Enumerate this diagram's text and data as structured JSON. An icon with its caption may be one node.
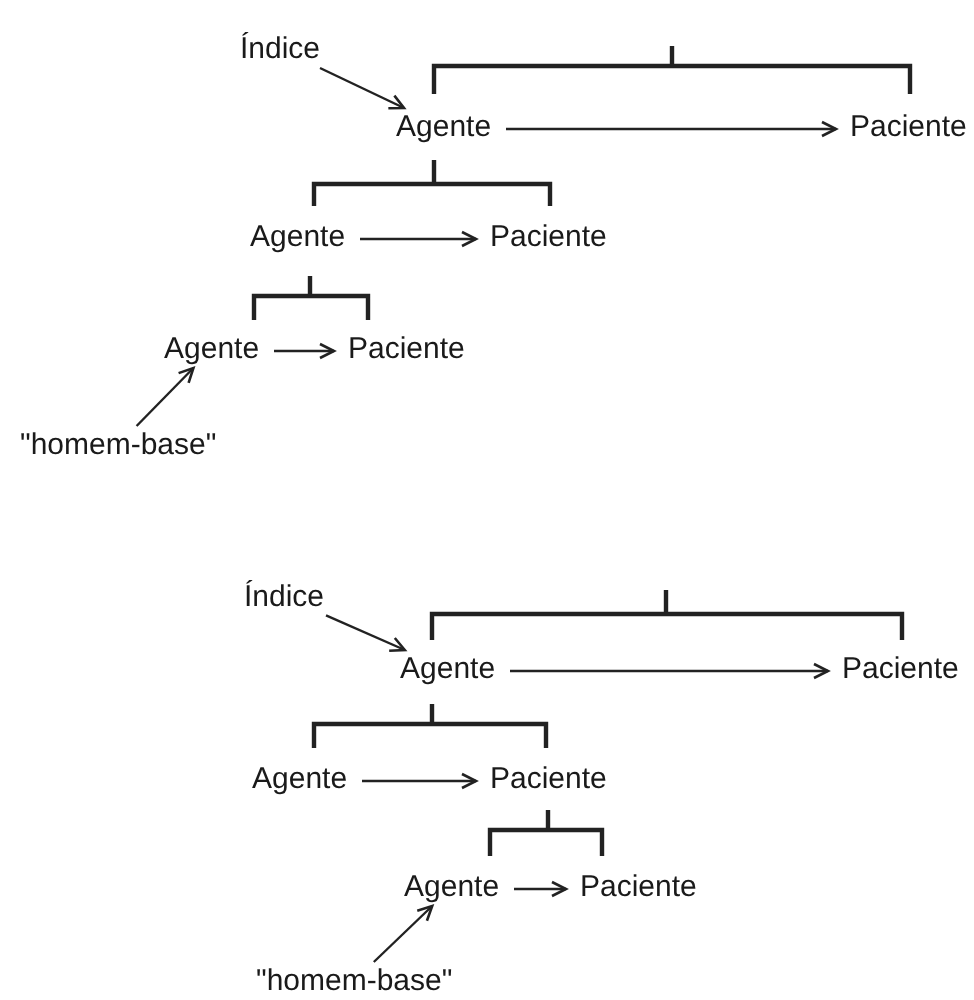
{
  "diagram": {
    "nodes": [
      {
        "text": [
          "Índice"
        ]
      },
      {
        "text": [
          "Agente"
        ]
      },
      {
        "text": [
          "Paciente"
        ]
      },
      {
        "text": [
          "Agente"
        ]
      },
      {
        "text": [
          "Paciente"
        ]
      },
      {
        "text": [
          "Agente"
        ]
      },
      {
        "text": [
          "Paciente"
        ]
      },
      {
        "text": [
          "\"homem-base\""
        ]
      },
      {
        "text": [
          "Índice"
        ]
      },
      {
        "text": [
          "Agente"
        ]
      },
      {
        "text": [
          "Paciente"
        ]
      },
      {
        "text": [
          "Agente"
        ]
      },
      {
        "text": [
          "Paciente"
        ]
      },
      {
        "text": [
          "Agente"
        ]
      },
      {
        "text": [
          "Paciente"
        ]
      },
      {
        "text": [
          "\"homem-base\""
        ]
      }
    ],
    "edges": [
      {
        "from": 0,
        "to": 1,
        "arrow": "to"
      },
      {
        "from": 1,
        "to": 2,
        "arrow": "to"
      },
      {
        "from": 3,
        "to": 4,
        "arrow": "to"
      },
      {
        "from": 5,
        "to": 6,
        "arrow": "to"
      },
      {
        "from": 7,
        "to": 5,
        "arrow": "to"
      },
      {
        "from": 8,
        "to": 9,
        "arrow": "to"
      },
      {
        "from": 9,
        "to": 10,
        "arrow": "to"
      },
      {
        "from": 11,
        "to": 12,
        "arrow": "to"
      },
      {
        "from": 13,
        "to": 14,
        "arrow": "to"
      },
      {
        "from": 15,
        "to": 13,
        "arrow": "to"
      }
    ]
  }
}
